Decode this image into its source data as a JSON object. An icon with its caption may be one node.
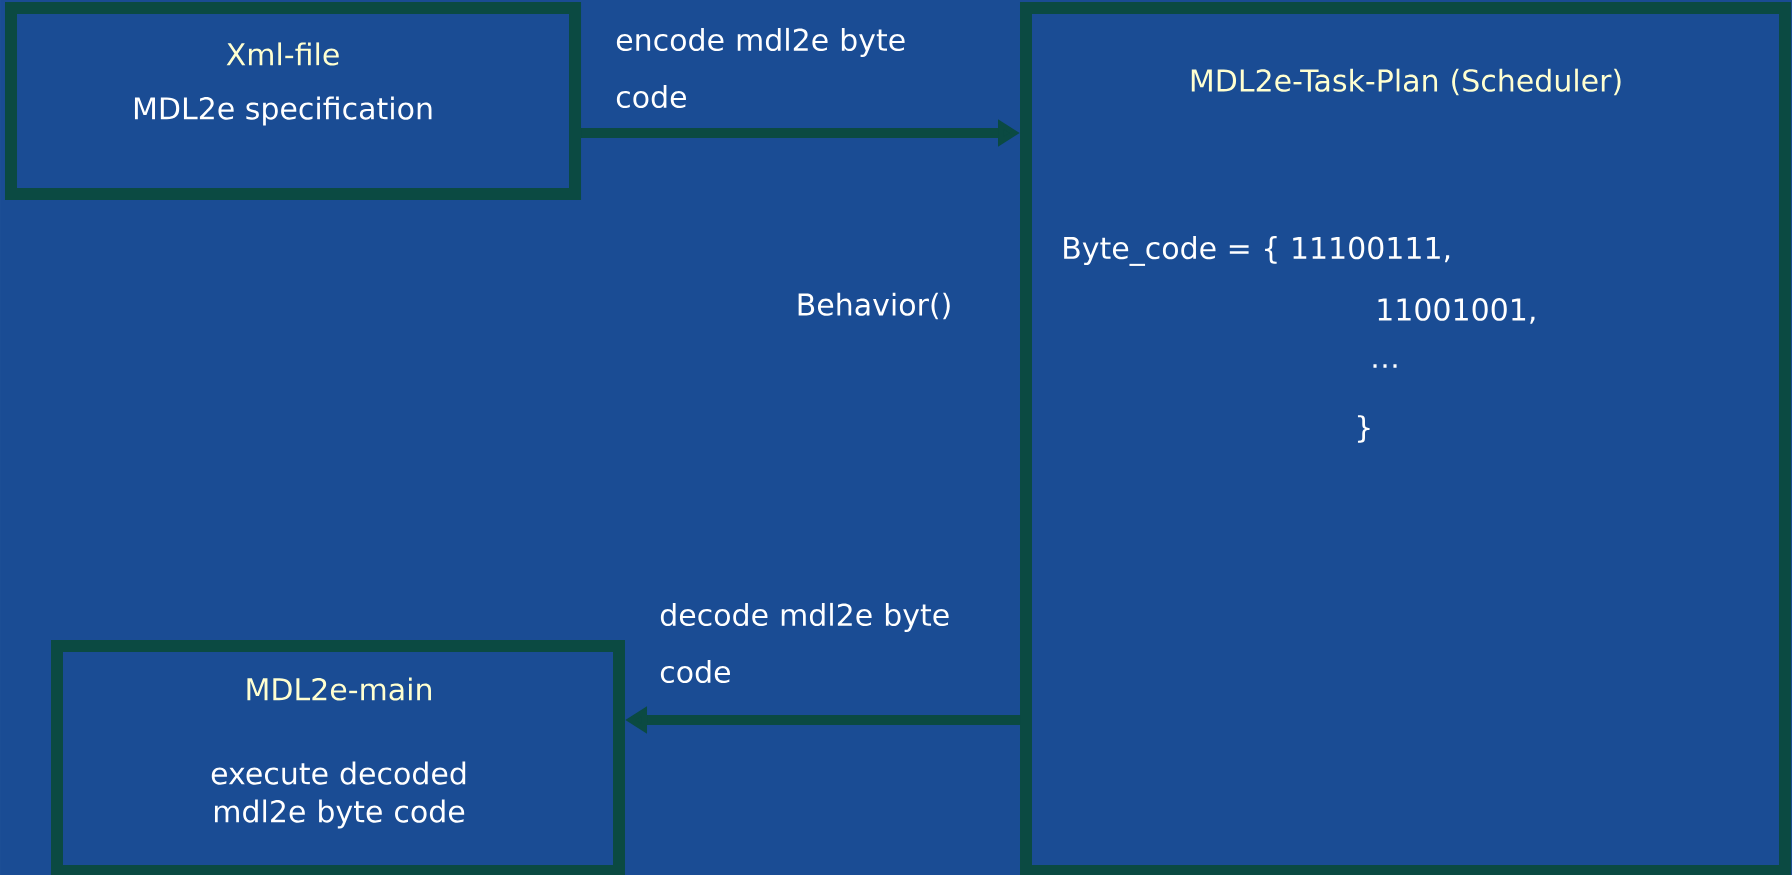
{
  "diagram": {
    "nodes": [
      {
        "text": [
          "Xml-file",
          "MDL2e specification"
        ]
      },
      {
        "text": [
          "MDL2e-Task-Plan (Scheduler)",
          "Byte_code = { 11100111,",
          "11001001,",
          "…",
          "}"
        ]
      },
      {
        "text": [
          "MDL2e-main",
          "execute decoded mdl2e byte code"
        ]
      }
    ],
    "edges": [
      {
        "from": 0,
        "to": 1,
        "arrow": "to",
        "label": "encode mdl2e byte code"
      },
      {
        "from": 1,
        "to": 2,
        "arrow": "to",
        "label": "decode mdl2e byte code"
      }
    ],
    "labels": [
      "Behavior()"
    ]
  }
}
